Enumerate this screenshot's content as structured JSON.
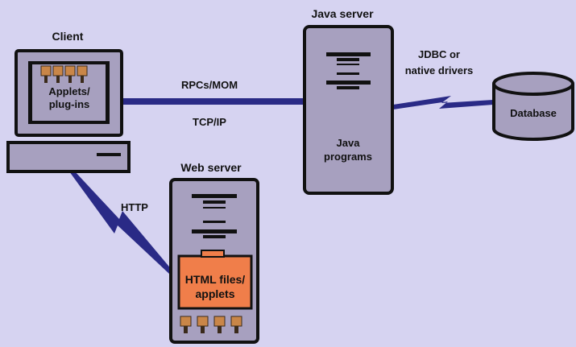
{
  "diagram": {
    "client": {
      "label": "Client",
      "screen_label": "Applets/ plug-ins"
    },
    "java_server": {
      "label": "Java server",
      "body_label": "Java programs"
    },
    "web_server": {
      "label": "Web server",
      "content_label": "HTML files/ applets"
    },
    "database": {
      "label": "Database"
    },
    "links": {
      "client_java_top": "RPCs/MOM",
      "client_java_bottom": "TCP/IP",
      "java_db": "JDBC or native drivers",
      "client_web": "HTTP"
    },
    "colors": {
      "background": "#d6d3f1",
      "box_fill": "#a7a0bf",
      "outline": "#111111",
      "link": "#2a2a86",
      "html_folder": "#f07e4a",
      "applet_icon": "#c98648"
    }
  }
}
